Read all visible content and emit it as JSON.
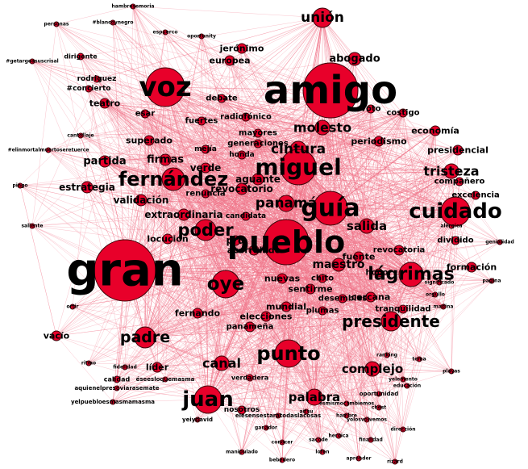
{
  "colors": {
    "node_fill": "#e8002a",
    "node_stroke": "#3a0008",
    "edge": "#f2758a",
    "label": "#000000",
    "background": "#ffffff"
  },
  "graph": {
    "nodes": [
      {
        "id": "gran",
        "label": "gran",
        "weight": 10
      },
      {
        "id": "amigo",
        "label": "amigo",
        "weight": 8.5
      },
      {
        "id": "pueblo",
        "label": "pueblo",
        "weight": 7
      },
      {
        "id": "voz",
        "label": "voz",
        "weight": 6.5
      },
      {
        "id": "miguel",
        "label": "miguel",
        "weight": 6.2
      },
      {
        "id": "guia",
        "label": "guía",
        "weight": 6
      },
      {
        "id": "fernandez",
        "label": "fernández",
        "weight": 5
      },
      {
        "id": "cuidado",
        "label": "cuidado",
        "weight": 5
      },
      {
        "id": "lagrimas",
        "label": "lágrimas",
        "weight": 4.6
      },
      {
        "id": "poder",
        "label": "poder",
        "weight": 4.4
      },
      {
        "id": "juan",
        "label": "juan",
        "weight": 4.6
      },
      {
        "id": "punto",
        "label": "punto",
        "weight": 4.3
      },
      {
        "id": "oye",
        "label": "oye",
        "weight": 4.2
      },
      {
        "id": "presidente",
        "label": "presidente",
        "weight": 3.8
      },
      {
        "id": "padre",
        "label": "padre",
        "weight": 3.4
      },
      {
        "id": "panama",
        "label": "panamá",
        "weight": 3.2
      },
      {
        "id": "cintura",
        "label": "cintura",
        "weight": 3.1
      },
      {
        "id": "molesto",
        "label": "molesto",
        "weight": 3
      },
      {
        "id": "tristeza",
        "label": "tristeza",
        "weight": 3
      },
      {
        "id": "union",
        "label": "unión",
        "weight": 3
      },
      {
        "id": "canal",
        "label": "canal",
        "weight": 2.9
      },
      {
        "id": "complejo",
        "label": "complejo",
        "weight": 2.7
      },
      {
        "id": "palabra",
        "label": "palabra",
        "weight": 2.7
      },
      {
        "id": "salida",
        "label": "salida",
        "weight": 2.6
      },
      {
        "id": "maestro",
        "label": "maestro",
        "weight": 2.5
      },
      {
        "id": "abogado",
        "label": "abogado",
        "weight": 2.4
      },
      {
        "id": "partida",
        "label": "partida",
        "weight": 2.3
      },
      {
        "id": "firmas",
        "label": "firmas",
        "weight": 2.3
      },
      {
        "id": "revocatorio",
        "label": "revocatorio",
        "weight": 2.2
      },
      {
        "id": "estrategia",
        "label": "estrategia",
        "weight": 2.2
      },
      {
        "id": "validacion",
        "label": "validación",
        "weight": 2.2
      },
      {
        "id": "extraordinaria",
        "label": "extraordinaria",
        "weight": 2.2
      },
      {
        "id": "aguante",
        "label": "aguante",
        "weight": 2.2
      },
      {
        "id": "verde",
        "label": "verde",
        "weight": 2
      },
      {
        "id": "fuente",
        "label": "fuente",
        "weight": 2
      },
      {
        "id": "nuevas",
        "label": "nuevas",
        "weight": 2
      },
      {
        "id": "mundial",
        "label": "mundial",
        "weight": 2
      },
      {
        "id": "cercana",
        "label": "cercana",
        "weight": 2
      },
      {
        "id": "fernando",
        "label": "fernando",
        "weight": 1.9
      },
      {
        "id": "elecciones",
        "label": "elecciones",
        "weight": 1.9
      },
      {
        "id": "panamena",
        "label": "panameña",
        "weight": 1.8
      },
      {
        "id": "lider",
        "label": "líder",
        "weight": 1.8
      },
      {
        "id": "vacio",
        "label": "vacío",
        "weight": 1.8
      },
      {
        "id": "periodismo",
        "label": "periodismo",
        "weight": 1.9
      },
      {
        "id": "presidencial",
        "label": "presidencial",
        "weight": 1.8
      },
      {
        "id": "economia",
        "label": "economía",
        "weight": 1.8
      },
      {
        "id": "excelencia",
        "label": "excelencia",
        "weight": 1.7
      },
      {
        "id": "companero",
        "label": "compañero",
        "weight": 1.7
      },
      {
        "id": "teatro",
        "label": "teatro",
        "weight": 1.8
      },
      {
        "id": "superado",
        "label": "superado",
        "weight": 1.8
      },
      {
        "id": "mayores",
        "label": "mayores",
        "weight": 1.7
      },
      {
        "id": "generaciones",
        "label": "generaciones",
        "weight": 1.7
      },
      {
        "id": "renuncia",
        "label": "renuncia",
        "weight": 1.6
      },
      {
        "id": "candidata",
        "label": "candidata",
        "weight": 1.6
      },
      {
        "id": "locucion",
        "label": "locución",
        "weight": 1.7
      },
      {
        "id": "acorralado",
        "label": "acorralado",
        "weight": 1.7
      },
      {
        "id": "prd",
        "label": "prd",
        "weight": 1.8
      },
      {
        "id": "sentirme",
        "label": "sentirme",
        "weight": 1.8
      },
      {
        "id": "chito",
        "label": "chito",
        "weight": 1.6
      },
      {
        "id": "desembles",
        "label": "desembles",
        "weight": 1.6
      },
      {
        "id": "plumas",
        "label": "plumas",
        "weight": 1.6
      },
      {
        "id": "honor",
        "label": "honor",
        "weight": 1.6
      },
      {
        "id": "revocatoria",
        "label": "revocatoria",
        "weight": 1.7
      },
      {
        "id": "dividido",
        "label": "dividido",
        "weight": 1.6
      },
      {
        "id": "formacion",
        "label": "formación",
        "weight": 1.7
      },
      {
        "id": "jeronimo",
        "label": "jerónimo",
        "weight": 1.6
      },
      {
        "id": "europea",
        "label": "europea",
        "weight": 1.6
      },
      {
        "id": "voto",
        "label": "voto",
        "weight": 1.6
      },
      {
        "id": "costigo",
        "label": "costigo",
        "weight": 1.5
      },
      {
        "id": "fuertes",
        "label": "fuertes",
        "weight": 1.5
      },
      {
        "id": "debate",
        "label": "debate",
        "weight": 1.5
      },
      {
        "id": "radiofonico",
        "label": "radiofónico",
        "weight": 1.5
      },
      {
        "id": "mejia",
        "label": "mejía",
        "weight": 1.4
      },
      {
        "id": "honda",
        "label": "honda",
        "weight": 1.4
      },
      {
        "id": "esar",
        "label": "esar",
        "weight": 1.4
      },
      {
        "id": "rodriguez",
        "label": "rodriguez",
        "weight": 1.3
      },
      {
        "id": "dirigente",
        "label": "dirigente",
        "weight": 1.3
      },
      {
        "id": "acierto",
        "label": "#concierto",
        "weight": 1.3
      },
      {
        "id": "verdadera",
        "label": "verdadera",
        "weight": 1.2
      },
      {
        "id": "tranquilidad",
        "label": "tranquilidad",
        "weight": 1.4
      },
      {
        "id": "calidad",
        "label": "calidad",
        "weight": 1.3
      },
      {
        "id": "nosotros",
        "label": "nosotros",
        "weight": 1.3
      },
      {
        "id": "elrmmt",
        "label": "#elinmortalmuertoseretuerce",
        "weight": 1.1
      },
      {
        "id": "aquienel",
        "label": "aquienelpresoviarasemate",
        "weight": 1.1
      },
      {
        "id": "eseesloquemas",
        "label": "éseesloquemasma",
        "weight": 1.1
      },
      {
        "id": "yelpuebl",
        "label": "yelpuebloesmasmamasma",
        "weight": 1.1
      },
      {
        "id": "yeiydavid",
        "label": "yeiydavid",
        "weight": 1.1
      },
      {
        "id": "elesens",
        "label": "elesensestaratodaslacosas",
        "weight": 1.1
      },
      {
        "id": "ganador",
        "label": "ganador",
        "weight": 1.1
      },
      {
        "id": "sacode",
        "label": "sacode",
        "weight": 1.1
      },
      {
        "id": "oportunidad",
        "label": "oportunidad",
        "weight": 1.2
      },
      {
        "id": "hambre",
        "label": "hambre",
        "weight": 1.1
      },
      {
        "id": "chest",
        "label": "chest",
        "weight": 1.1
      },
      {
        "id": "heroica",
        "label": "heroica",
        "weight": 1.1
      },
      {
        "id": "fidelidad",
        "label": "fidelidad",
        "weight": 1.1
      },
      {
        "id": "ritmo",
        "label": "ritmo",
        "weight": 1.1
      },
      {
        "id": "manipulado",
        "label": "manipulado",
        "weight": 1.1
      },
      {
        "id": "conocer",
        "label": "conocer",
        "weight": 1.1
      },
      {
        "id": "esmismocambiemos",
        "label": "esmismocambiemos",
        "weight": 1.1
      },
      {
        "id": "aitsu",
        "label": "aitsu",
        "weight": 1.1
      },
      {
        "id": "ranking",
        "label": "ranking",
        "weight": 1.1
      },
      {
        "id": "tema",
        "label": "tema",
        "weight": 1.1
      },
      {
        "id": "yolosvolvemos",
        "label": "yolosvolvemos",
        "weight": 1.1
      },
      {
        "id": "yelemento",
        "label": "yelemento",
        "weight": 1.1
      },
      {
        "id": "playas",
        "label": "playas",
        "weight": 1.1
      },
      {
        "id": "bebedero",
        "label": "bebedero",
        "weight": 1.1
      },
      {
        "id": "lofen",
        "label": "lofen",
        "weight": 1.1
      },
      {
        "id": "aprender",
        "label": "aprender",
        "weight": 1.1
      },
      {
        "id": "educacion",
        "label": "educación",
        "weight": 1.1
      },
      {
        "id": "direccion",
        "label": "dirección",
        "weight": 1.1
      },
      {
        "id": "finalidad",
        "label": "finalidad",
        "weight": 1.1
      },
      {
        "id": "rizard",
        "label": "rizard",
        "weight": 1.1
      },
      {
        "id": "genialidad",
        "label": "genialidad",
        "weight": 1.1
      },
      {
        "id": "alergica",
        "label": "alérgica",
        "weight": 1.1
      },
      {
        "id": "significado",
        "label": "significado",
        "weight": 1.1
      },
      {
        "id": "orgullo",
        "label": "orgullo",
        "weight": 1.1
      },
      {
        "id": "madina",
        "label": "madina",
        "weight": 1.1
      },
      {
        "id": "pagina",
        "label": "pagina",
        "weight": 1.1
      },
      {
        "id": "hambresemoria",
        "label": "hambresemoria",
        "weight": 1.1
      },
      {
        "id": "blancoynegro",
        "label": "#blancoynegro",
        "weight": 1.1
      },
      {
        "id": "espuerco",
        "label": "espuerco",
        "weight": 1.1
      },
      {
        "id": "personas",
        "label": "personas",
        "weight": 1.1
      },
      {
        "id": "getargo",
        "label": "#getargoasuscrisal",
        "weight": 1.1
      },
      {
        "id": "oportunity",
        "label": "oportunity",
        "weight": 1.1
      },
      {
        "id": "cantollaje",
        "label": "cantollaje",
        "weight": 1.1
      },
      {
        "id": "pingo",
        "label": "pingo",
        "weight": 1.1
      },
      {
        "id": "saliente",
        "label": "saliente",
        "weight": 1.1
      },
      {
        "id": "ortir",
        "label": "ortir",
        "weight": 1.1
      }
    ]
  }
}
